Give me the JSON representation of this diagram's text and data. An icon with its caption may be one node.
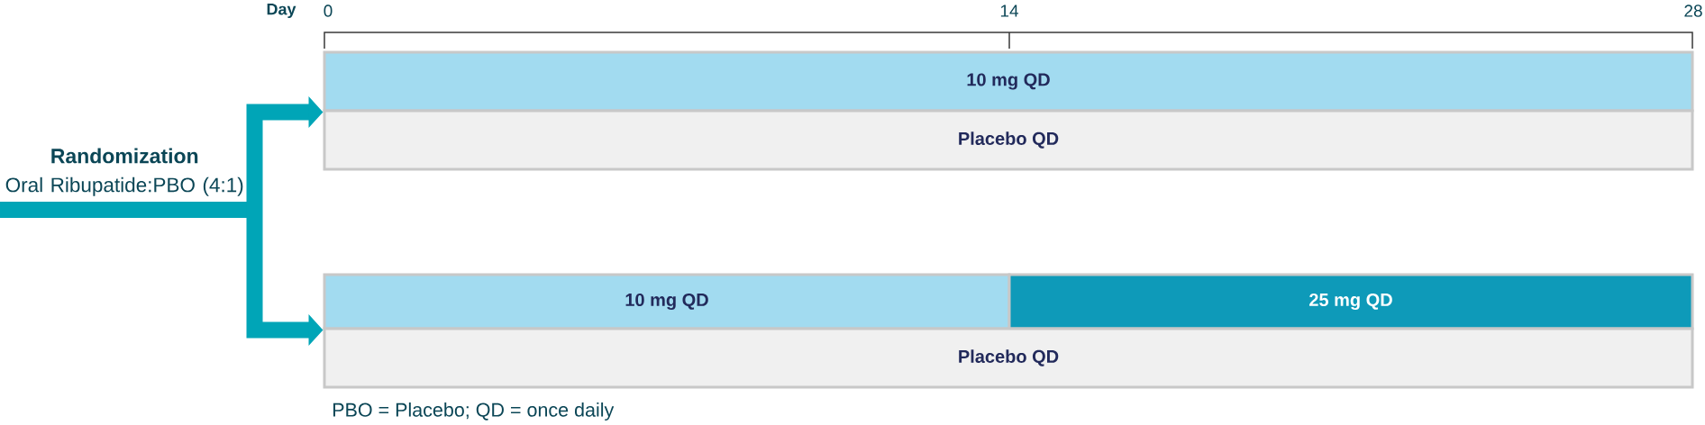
{
  "diagram": {
    "nodes": [
      {
        "text": [
          "Randomization",
          "Oral Ribupatide:PBO (4:1)"
        ]
      },
      {
        "text": [
          "10 mg QD"
        ]
      },
      {
        "text": [
          "Placebo QD"
        ]
      },
      {
        "text": [
          "10 mg QD"
        ]
      },
      {
        "text": [
          "25 mg QD"
        ]
      },
      {
        "text": [
          "Placebo QD"
        ]
      }
    ],
    "edges": [
      {
        "from": 0,
        "to": 1,
        "arrow": "to"
      },
      {
        "from": 0,
        "to": 3,
        "arrow": "to"
      }
    ],
    "labels": [
      "Day",
      "0",
      "14",
      "28",
      "PBO = Placebo; QD = once daily"
    ]
  }
}
